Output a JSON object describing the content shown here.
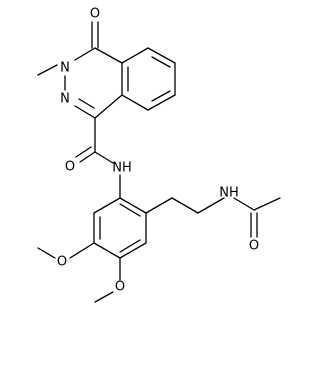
{
  "structure_labels": {
    "carbonyl_o_top": "O",
    "n_methyl_ring": "N",
    "methyl_on_n": "CH3",
    "n_ring_lower": "N",
    "amide_o": "O",
    "amide_nh": "NH",
    "chain_nh": "NH",
    "acetyl_o": "O",
    "methoxy_o_left": "O",
    "methoxy_o_lower": "O"
  },
  "colors": {
    "bond": "#000000",
    "background": "#ffffff"
  }
}
